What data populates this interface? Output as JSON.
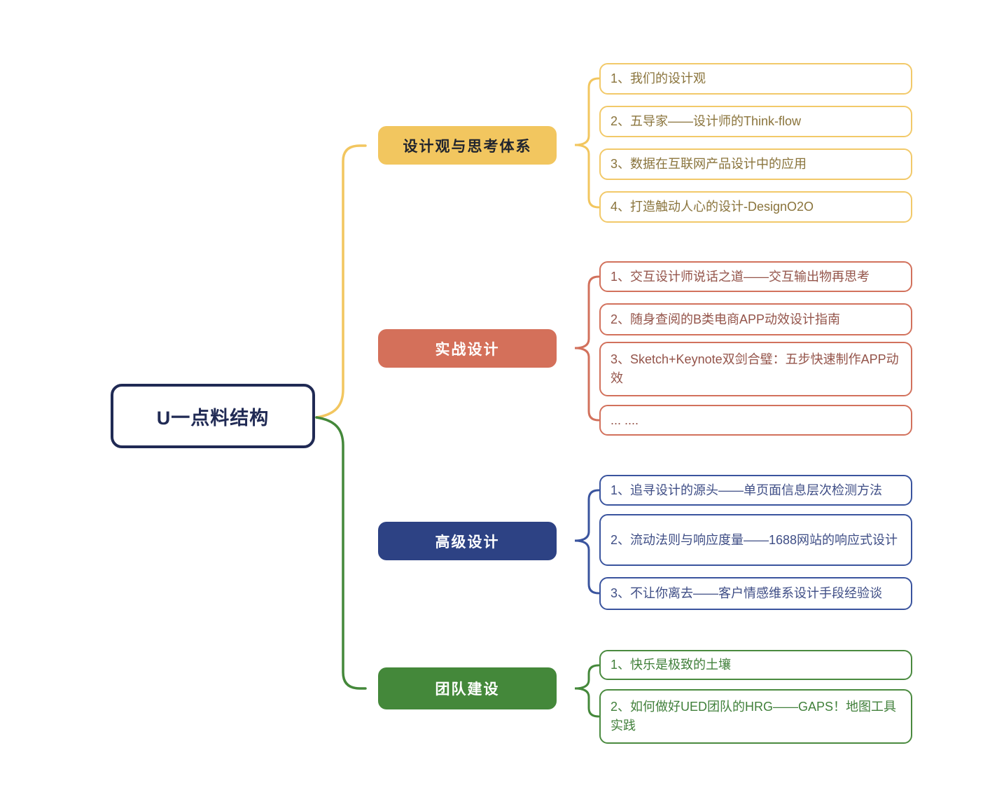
{
  "root": {
    "label": "U一点料结构"
  },
  "colors": {
    "yellow": "#F2C65F",
    "red": "#D2715C",
    "blue": "#3A549E",
    "green": "#44883A",
    "root_navy": "#202A54"
  },
  "branches": [
    {
      "label": "设计观与思考体系",
      "children": [
        {
          "text": "1、我们的设计观"
        },
        {
          "text": "2、五导家——设计师的Think-flow"
        },
        {
          "text": "3、数据在互联网产品设计中的应用"
        },
        {
          "text": "4、打造触动人心的设计-DesignO2O"
        }
      ]
    },
    {
      "label": "实战设计",
      "children": [
        {
          "text": "1、交互设计师说话之道——交互输出物再思考"
        },
        {
          "text": "2、随身查阅的B类电商APP动效设计指南"
        },
        {
          "text": "3、Sketch+Keynote双剑合璧：五步快速制作APP动效"
        },
        {
          "text": "... ...."
        }
      ]
    },
    {
      "label": "高级设计",
      "children": [
        {
          "text": "1、追寻设计的源头——单页面信息层次检测方法"
        },
        {
          "text": "2、流动法则与响应度量——1688网站的响应式设计"
        },
        {
          "text": "3、不让你离去——客户情感维系设计手段经验谈"
        }
      ]
    },
    {
      "label": "团队建设",
      "children": [
        {
          "text": "1、快乐是极致的土壤"
        },
        {
          "text": "2、如何做好UED团队的HRG——GAPS！地图工具实践"
        }
      ]
    }
  ]
}
